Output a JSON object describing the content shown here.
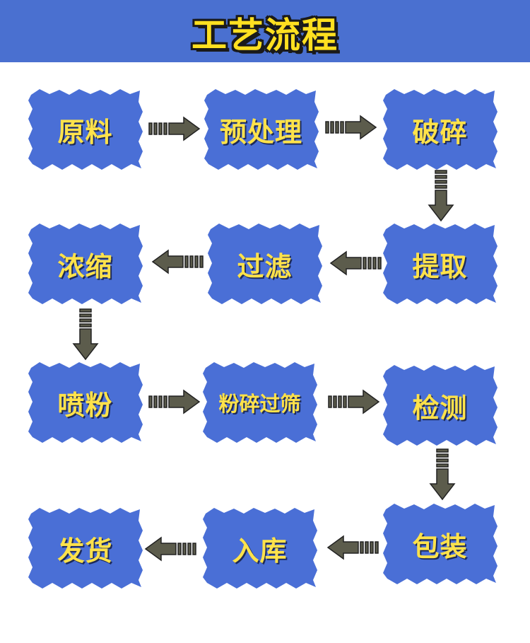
{
  "header": {
    "title": "工艺流程"
  },
  "colors": {
    "header_bg": "#4a70d0",
    "node_fill": "#4a6fd6",
    "node_text": "#ffe24a",
    "arrow_fill": "#5c5c4c"
  },
  "steps": [
    {
      "label": "原料"
    },
    {
      "label": "预处理"
    },
    {
      "label": "破碎"
    },
    {
      "label": "提取"
    },
    {
      "label": "过滤"
    },
    {
      "label": "浓缩"
    },
    {
      "label": "喷粉"
    },
    {
      "label": "粉碎过筛"
    },
    {
      "label": "检测"
    },
    {
      "label": "包装"
    },
    {
      "label": "入库"
    },
    {
      "label": "发货"
    }
  ]
}
